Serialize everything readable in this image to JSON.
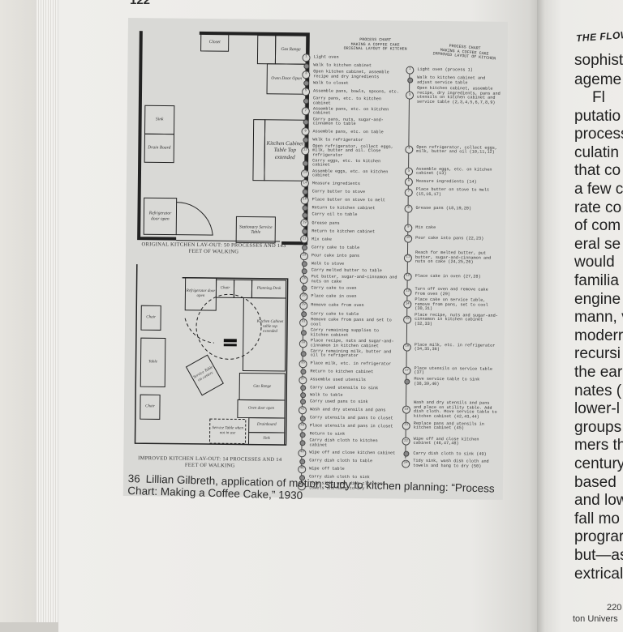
{
  "left_page": {
    "page_number": "122",
    "figure": {
      "original_plan": {
        "labels": [
          "Closet",
          "Gas Range",
          "Oven Door Open",
          "Sink",
          "Drain Board",
          "Kitchen Cabinet Table Top extended",
          "Refrigerator door open",
          "Stationary Service Table"
        ],
        "caption_line1": "Original Kitchen Lay-out: 50 processes and 143",
        "caption_line2": "feet of walking"
      },
      "improved_plan": {
        "labels": [
          "Refrigerator door open",
          "Chair",
          "Planning Desk",
          "Kitchen Cabinet table top extended",
          "Chair",
          "Table",
          "Service Table on casters",
          "Gas Range",
          "Oven door open",
          "Chair",
          "Drainboard",
          "Sink",
          "Service Table when not in use"
        ],
        "caption_line1": "Improved Kitchen Lay-out: 14 processes and 14",
        "caption_line2": "feet of walking"
      },
      "chart_original": {
        "header": [
          "Process Chart",
          "Making a Coffee Cake",
          "Original Layout of Kitchen"
        ],
        "steps": [
          {
            "n": "1",
            "text": "Light oven",
            "kind": "op"
          },
          {
            "n": "",
            "text": "Walk to kitchen cabinet",
            "kind": "tr"
          },
          {
            "n": "3",
            "text": "Open kitchen cabinet, assemble recipe and dry ingredients",
            "kind": "op"
          },
          {
            "n": "",
            "text": "Walk to closet",
            "kind": "tr"
          },
          {
            "n": "5",
            "text": "Assemble pans, bowls, spoons, etc.",
            "kind": "op"
          },
          {
            "n": "",
            "text": "Carry pans, etc. to kitchen cabinet",
            "kind": "tr"
          },
          {
            "n": "7",
            "text": "Assemble pans, etc. on kitchen cabinet",
            "kind": "op"
          },
          {
            "n": "",
            "text": "Carry pans, nuts, sugar-and-cinnamon to table",
            "kind": "tr"
          },
          {
            "n": "9",
            "text": "Assemble pans, etc. on table",
            "kind": "op"
          },
          {
            "n": "",
            "text": "Walk to refrigerator",
            "kind": "tr"
          },
          {
            "n": "11",
            "text": "Open refrigerator, collect eggs, milk, butter and oil. Close refrigerator",
            "kind": "op"
          },
          {
            "n": "",
            "text": "Carry eggs, etc. to kitchen cabinet",
            "kind": "tr"
          },
          {
            "n": "13",
            "text": "Assemble eggs, etc. on kitchen cabinet",
            "kind": "op"
          },
          {
            "n": "14",
            "text": "Measure ingredients",
            "kind": "op"
          },
          {
            "n": "",
            "text": "Carry butter to stove",
            "kind": "tr"
          },
          {
            "n": "16",
            "text": "Place butter on stove to melt",
            "kind": "op"
          },
          {
            "n": "",
            "text": "Return to kitchen cabinet",
            "kind": "tr"
          },
          {
            "n": "",
            "text": "Carry oil to table",
            "kind": "tr"
          },
          {
            "n": "19",
            "text": "Grease pans",
            "kind": "op"
          },
          {
            "n": "",
            "text": "Return to kitchen cabinet",
            "kind": "tr"
          },
          {
            "n": "21",
            "text": "Mix cake",
            "kind": "op"
          },
          {
            "n": "",
            "text": "Carry cake to table",
            "kind": "tr"
          },
          {
            "n": "23",
            "text": "Pour cake into pans",
            "kind": "op"
          },
          {
            "n": "",
            "text": "Walk to stove",
            "kind": "tr"
          },
          {
            "n": "",
            "text": "Carry melted butter to table",
            "kind": "tr"
          },
          {
            "n": "26",
            "text": "Put butter, sugar-and-cinnamon and nuts on cake",
            "kind": "op"
          },
          {
            "n": "",
            "text": "Carry cake to oven",
            "kind": "tr"
          },
          {
            "n": "28",
            "text": "Place cake in oven",
            "kind": "op"
          },
          {
            "n": "29",
            "text": "Remove cake from oven",
            "kind": "op"
          },
          {
            "n": "",
            "text": "Carry cake to table",
            "kind": "tr"
          },
          {
            "n": "31",
            "text": "Remove cake from pans and set to cool",
            "kind": "op"
          },
          {
            "n": "",
            "text": "Carry remaining supplies to kitchen cabinet",
            "kind": "tr"
          },
          {
            "n": "33",
            "text": "Place recipe, nuts and sugar-and-cinnamon in kitchen cabinet",
            "kind": "op"
          },
          {
            "n": "",
            "text": "Carry remaining milk, butter and oil to refrigerator",
            "kind": "tr"
          },
          {
            "n": "35",
            "text": "Place milk, etc. in refrigerator",
            "kind": "op"
          },
          {
            "n": "",
            "text": "Return to kitchen cabinet",
            "kind": "tr"
          },
          {
            "n": "37",
            "text": "Assemble used utensils",
            "kind": "op"
          },
          {
            "n": "",
            "text": "Carry used utensils to sink",
            "kind": "tr"
          },
          {
            "n": "",
            "text": "Walk to table",
            "kind": "tr"
          },
          {
            "n": "",
            "text": "Carry used pans to sink",
            "kind": "tr"
          },
          {
            "n": "41",
            "text": "Wash and dry utensils and pans",
            "kind": "op"
          },
          {
            "n": "",
            "text": "Carry utensils and pans to closet",
            "kind": "tr"
          },
          {
            "n": "43",
            "text": "Place utensils and pans in closet",
            "kind": "op"
          },
          {
            "n": "",
            "text": "Return to sink",
            "kind": "tr"
          },
          {
            "n": "",
            "text": "Carry dish cloth to kitchen cabinet",
            "kind": "tr"
          },
          {
            "n": "46",
            "text": "Wipe off and close kitchen cabinet",
            "kind": "op"
          },
          {
            "n": "",
            "text": "Carry dish cloth to table",
            "kind": "tr"
          },
          {
            "n": "48",
            "text": "Wipe off table",
            "kind": "op"
          },
          {
            "n": "",
            "text": "Carry dish cloth to sink",
            "kind": "tr"
          },
          {
            "n": "50",
            "text": "Tidy sink, wash dish cloth and towels and hang to dry",
            "kind": "op"
          }
        ]
      },
      "chart_improved": {
        "header": [
          "Process Chart",
          "Making a Coffee Cake",
          "Improved Layout of Kitchen"
        ],
        "steps": [
          {
            "n": "1",
            "text": "Light oven (process 1)",
            "kind": "op"
          },
          {
            "n": "2",
            "text": "Walk to kitchen cabinet and adjust service table",
            "kind": "tr"
          },
          {
            "n": "3",
            "text": "Open kitchen cabinet, assemble recipe, dry ingredients, pans and utensils on kitchen cabinet and service table (2,3,4,5,6,7,8,9)",
            "kind": "op"
          },
          {
            "n": "4",
            "text": "Open refrigerator, collect eggs, milk, butter and oil (10,11,12)",
            "kind": "op"
          },
          {
            "n": "5",
            "text": "Assemble eggs, etc. on kitchen cabinet (13)",
            "kind": "op"
          },
          {
            "n": "6",
            "text": "Measure ingredients (14)",
            "kind": "op"
          },
          {
            "n": "7",
            "text": "Place butter on stove to melt (15,16,17)",
            "kind": "op"
          },
          {
            "n": "8",
            "text": "Grease pans (18,19,20)",
            "kind": "op"
          },
          {
            "n": "9",
            "text": "Mix cake",
            "kind": "op"
          },
          {
            "n": "10",
            "text": "Pour cake into pans (22,23)",
            "kind": "op"
          },
          {
            "n": "11",
            "text": "Reach for melted butter, put butter, sugar-and-cinnamon and nuts on cake (24,25,26)",
            "kind": "op"
          },
          {
            "n": "12",
            "text": "Place cake in oven (27,28)",
            "kind": "op"
          },
          {
            "n": "13",
            "text": "Turn off oven and remove cake from oven (29)",
            "kind": "op"
          },
          {
            "n": "14",
            "text": "Place cake on service table, remove from pans, set to cool (30,31)",
            "kind": "op"
          },
          {
            "n": "15",
            "text": "Place recipe, nuts and sugar-and-cinnamon in kitchen cabinet (32,33)",
            "kind": "op"
          },
          {
            "n": "16",
            "text": "Place milk, etc. in refrigerator (34,35,36)",
            "kind": "op"
          },
          {
            "n": "17",
            "text": "Place utensils on service table (37)",
            "kind": "op"
          },
          {
            "n": "18",
            "text": "Move service table to sink (38,39,40)",
            "kind": "tr"
          },
          {
            "n": "19",
            "text": "Wash and dry utensils and pans and place on utility table. Add dish cloth. Move service table to kitchen cabinet (42,43,44)",
            "kind": "op"
          },
          {
            "n": "21",
            "text": "Replace pans and utensils in kitchen cabinet (45)",
            "kind": "op"
          },
          {
            "n": "22",
            "text": "Wipe off and close kitchen cabinet (46,47,48)",
            "kind": "op"
          },
          {
            "n": "23",
            "text": "Carry dish cloth to sink (49)",
            "kind": "tr"
          },
          {
            "n": "24",
            "text": "Tidy sink, wash dish cloth and towels and hang to dry (50)",
            "kind": "op"
          }
        ]
      }
    },
    "caption": {
      "number": "36",
      "text": "Lillian Gilbreth, application of motion study to kitchen planning: “Process Chart: Making a Coffee Cake,” 1930"
    }
  },
  "right_page": {
    "running_head": "THE FLOW",
    "lines": [
      "sophist",
      "ageme",
      "Fl",
      "putatio",
      "process",
      "culatin",
      "that co",
      "a few c",
      "rate co",
      "of com",
      "eral se",
      "would",
      "familia",
      "engine",
      "mann, v",
      "moderr",
      "recursi",
      "the ear",
      "nates (",
      "lower-l",
      "groups",
      "mers th",
      "century",
      "based",
      "and low",
      "fall mo",
      "prograr",
      "but—as",
      "extrical"
    ],
    "page_number": "220",
    "footer": "ton Univers"
  }
}
